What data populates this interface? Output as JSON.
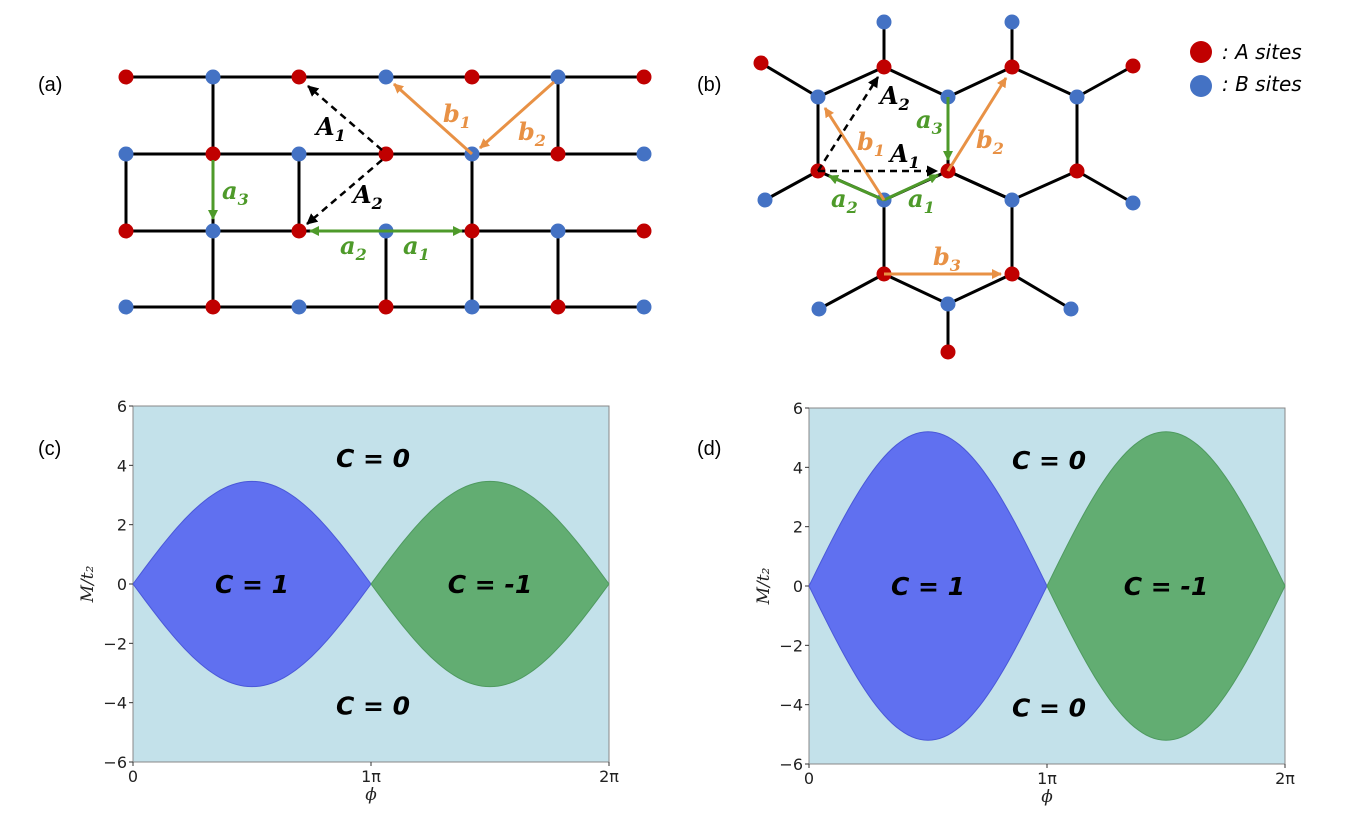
{
  "panels": {
    "a": "(a)",
    "b": "(b)",
    "c": "(c)",
    "d": "(d)"
  },
  "legend": {
    "a_sites": ": A sites",
    "b_sites": ": B sites",
    "a_color": "#c00000",
    "b_color": "#4472c4"
  },
  "colors": {
    "green": "#4e9a2a",
    "orange": "#e89145",
    "black": "#000000",
    "background": "#c3e1ea",
    "blue_region": "#6070f0",
    "green_region": "#62ad72"
  },
  "vectors": {
    "a1": {
      "base": "a",
      "sub": "1"
    },
    "a2": {
      "base": "a",
      "sub": "2"
    },
    "a3": {
      "base": "a",
      "sub": "3"
    },
    "b1": {
      "base": "b",
      "sub": "1"
    },
    "b2": {
      "base": "b",
      "sub": "2"
    },
    "b3": {
      "base": "b",
      "sub": "3"
    },
    "A1": {
      "base": "A",
      "sub": "1"
    },
    "A2": {
      "base": "A",
      "sub": "2"
    }
  },
  "chart_data": [
    {
      "panel": "(c)",
      "type": "area",
      "xlabel": "ϕ",
      "ylabel": "M/t₂",
      "xlim": [
        0,
        6.2832
      ],
      "ylim": [
        -6,
        6
      ],
      "xticks": [
        "0",
        "1π",
        "2π"
      ],
      "yticks": [
        "6",
        "4",
        "2",
        "0",
        "−2",
        "−4",
        "−6"
      ],
      "amplitude": 3.46,
      "regions": [
        {
          "label": "C = 1",
          "x_range": [
            0,
            3.1416
          ],
          "color": "#6070f0"
        },
        {
          "label": "C = -1",
          "x_range": [
            3.1416,
            6.2832
          ],
          "color": "#62ad72"
        }
      ],
      "outer_labels": {
        "top": "C = 0",
        "bottom": "C = 0"
      }
    },
    {
      "panel": "(d)",
      "type": "area",
      "xlabel": "ϕ",
      "ylabel": "M/t₂",
      "xlim": [
        0,
        6.2832
      ],
      "ylim": [
        -6,
        6
      ],
      "xticks": [
        "0",
        "1π",
        "2π"
      ],
      "yticks": [
        "6",
        "4",
        "2",
        "0",
        "−2",
        "−4",
        "−6"
      ],
      "amplitude": 5.2,
      "regions": [
        {
          "label": "C = 1",
          "x_range": [
            0,
            3.1416
          ],
          "color": "#6070f0"
        },
        {
          "label": "C = -1",
          "x_range": [
            3.1416,
            6.2832
          ],
          "color": "#62ad72"
        }
      ],
      "outer_labels": {
        "top": "C = 0",
        "bottom": "C = 0"
      }
    }
  ]
}
